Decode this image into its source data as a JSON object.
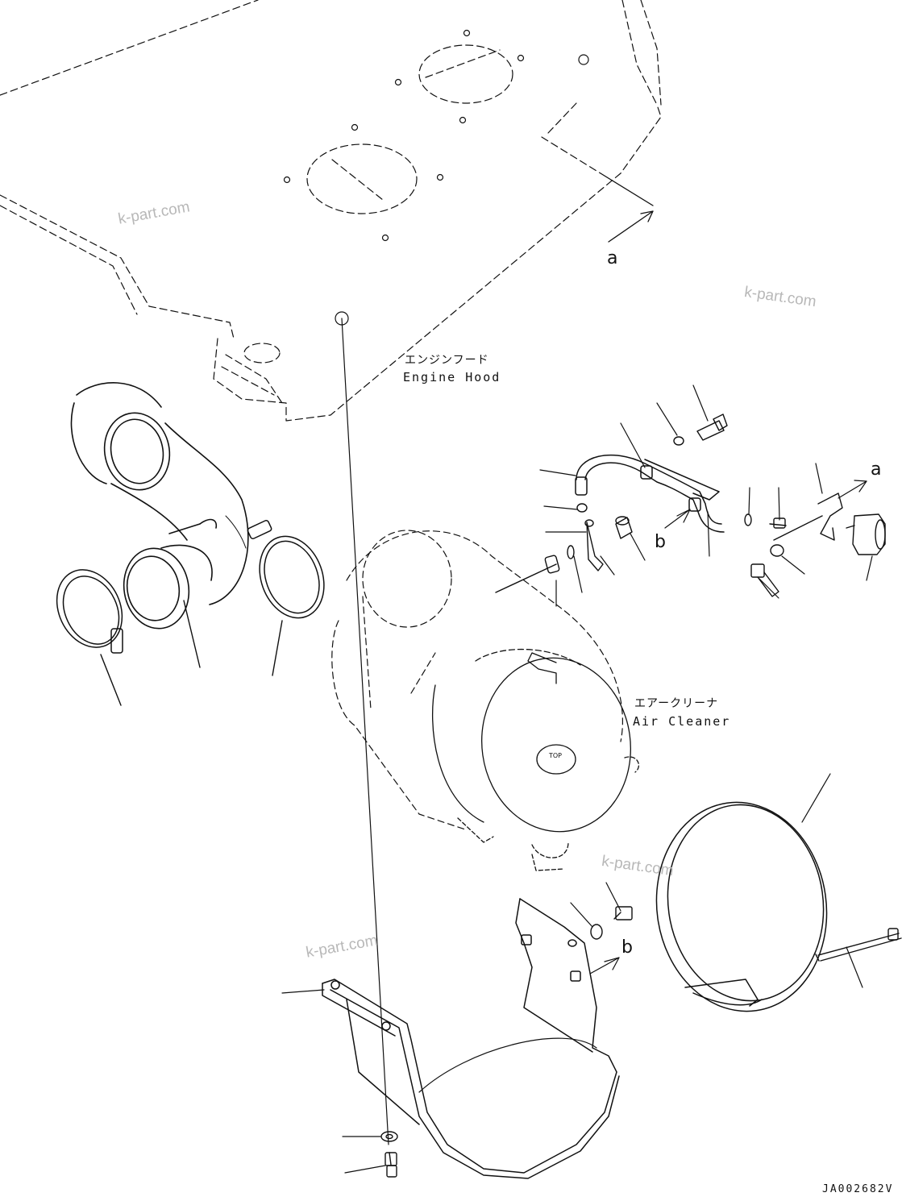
{
  "labels": {
    "engine_hood_jp": "エンジンフード",
    "engine_hood_en": "Engine Hood",
    "air_cleaner_jp": "エアークリーナ",
    "air_cleaner_en": "Air Cleaner",
    "ref_a_top": "a",
    "ref_a_right": "a",
    "ref_b_mid": "b",
    "ref_b_bottom": "b",
    "top_marking": "TOP"
  },
  "watermarks": [
    "k-part.com",
    "k-part.com",
    "k-part.com",
    "k-part.com"
  ],
  "drawing_code": "JA002682V",
  "colors": {
    "line": "#111111",
    "watermark": "#b8b8b8",
    "background": "#ffffff"
  }
}
